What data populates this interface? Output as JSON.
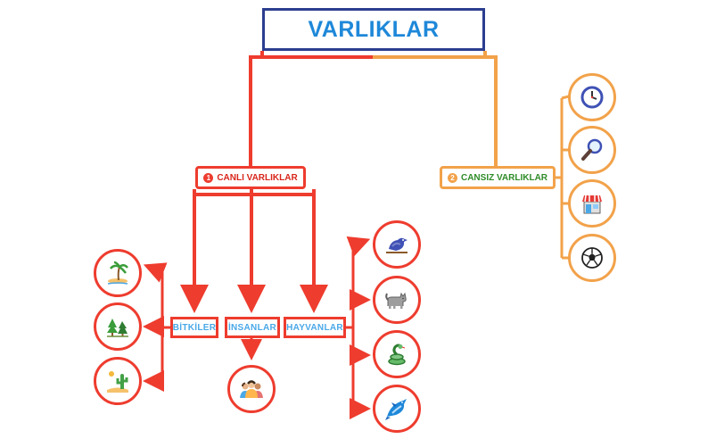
{
  "title": "VARLIKLAR",
  "categories": {
    "living": {
      "number": "1",
      "label": "CANLI VARLIKLAR"
    },
    "nonliving": {
      "number": "2",
      "label": "CANSIZ VARLIKLAR"
    }
  },
  "subcategories": {
    "plants": "BİTKİLER",
    "humans": "İNSANLAR",
    "animals": "HAYVANLAR"
  },
  "icons": {
    "plants": [
      "palm-island-icon",
      "trees-icon",
      "cactus-desert-icon"
    ],
    "humans": [
      "people-group-icon"
    ],
    "animals": [
      "bird-icon",
      "cat-icon",
      "snake-icon",
      "shark-icon"
    ],
    "nonliving": [
      "clock-icon",
      "magnifier-icon",
      "shop-icon",
      "soccer-ball-icon"
    ]
  },
  "colors": {
    "title_border": "#2c3e8f",
    "title_text": "#1e88d9",
    "living": "#ee3c2e",
    "nonliving": "#f2a24a",
    "living_text": "#d8261b",
    "nonliving_text": "#2e8b27",
    "subcategory_text": "#4aa8e8"
  }
}
